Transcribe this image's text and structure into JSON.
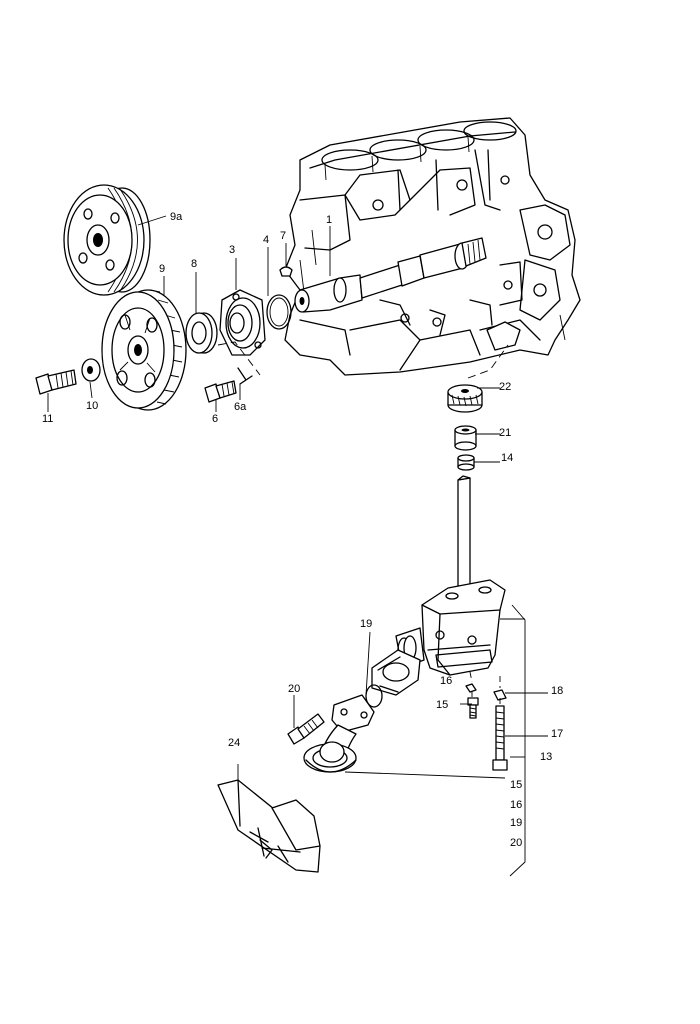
{
  "callouts": {
    "c1": "1",
    "c3": "3",
    "c4": "4",
    "c7": "7",
    "c8": "8",
    "c9": "9",
    "c9a": "9a",
    "c10": "10",
    "c11": "11",
    "c6": "6",
    "c6a": "6a",
    "c22": "22",
    "c21": "21",
    "c14": "14",
    "c19": "19",
    "c16_top": "16",
    "c18": "18",
    "c15_top": "15",
    "c17": "17",
    "c13": "13",
    "c20": "20",
    "c24": "24",
    "bracket_15": "15",
    "bracket_16": "16",
    "bracket_19": "19",
    "bracket_20": "20"
  }
}
